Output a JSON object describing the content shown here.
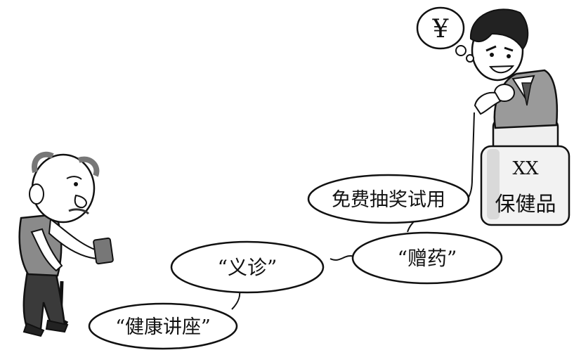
{
  "bubble_thought": {
    "text": "¥"
  },
  "bottle": {
    "brand": "XX",
    "product": "保健品"
  },
  "stepping_stones": [
    {
      "text": "“健康讲座”"
    },
    {
      "text": "“义诊”"
    },
    {
      "text": "“赠药”"
    },
    {
      "text": "免费抽奖试用"
    }
  ],
  "colors": {
    "ink": "#111111",
    "paper": "#ffffff",
    "shade": "#8a8a8a",
    "dark": "#3a3a3a"
  }
}
